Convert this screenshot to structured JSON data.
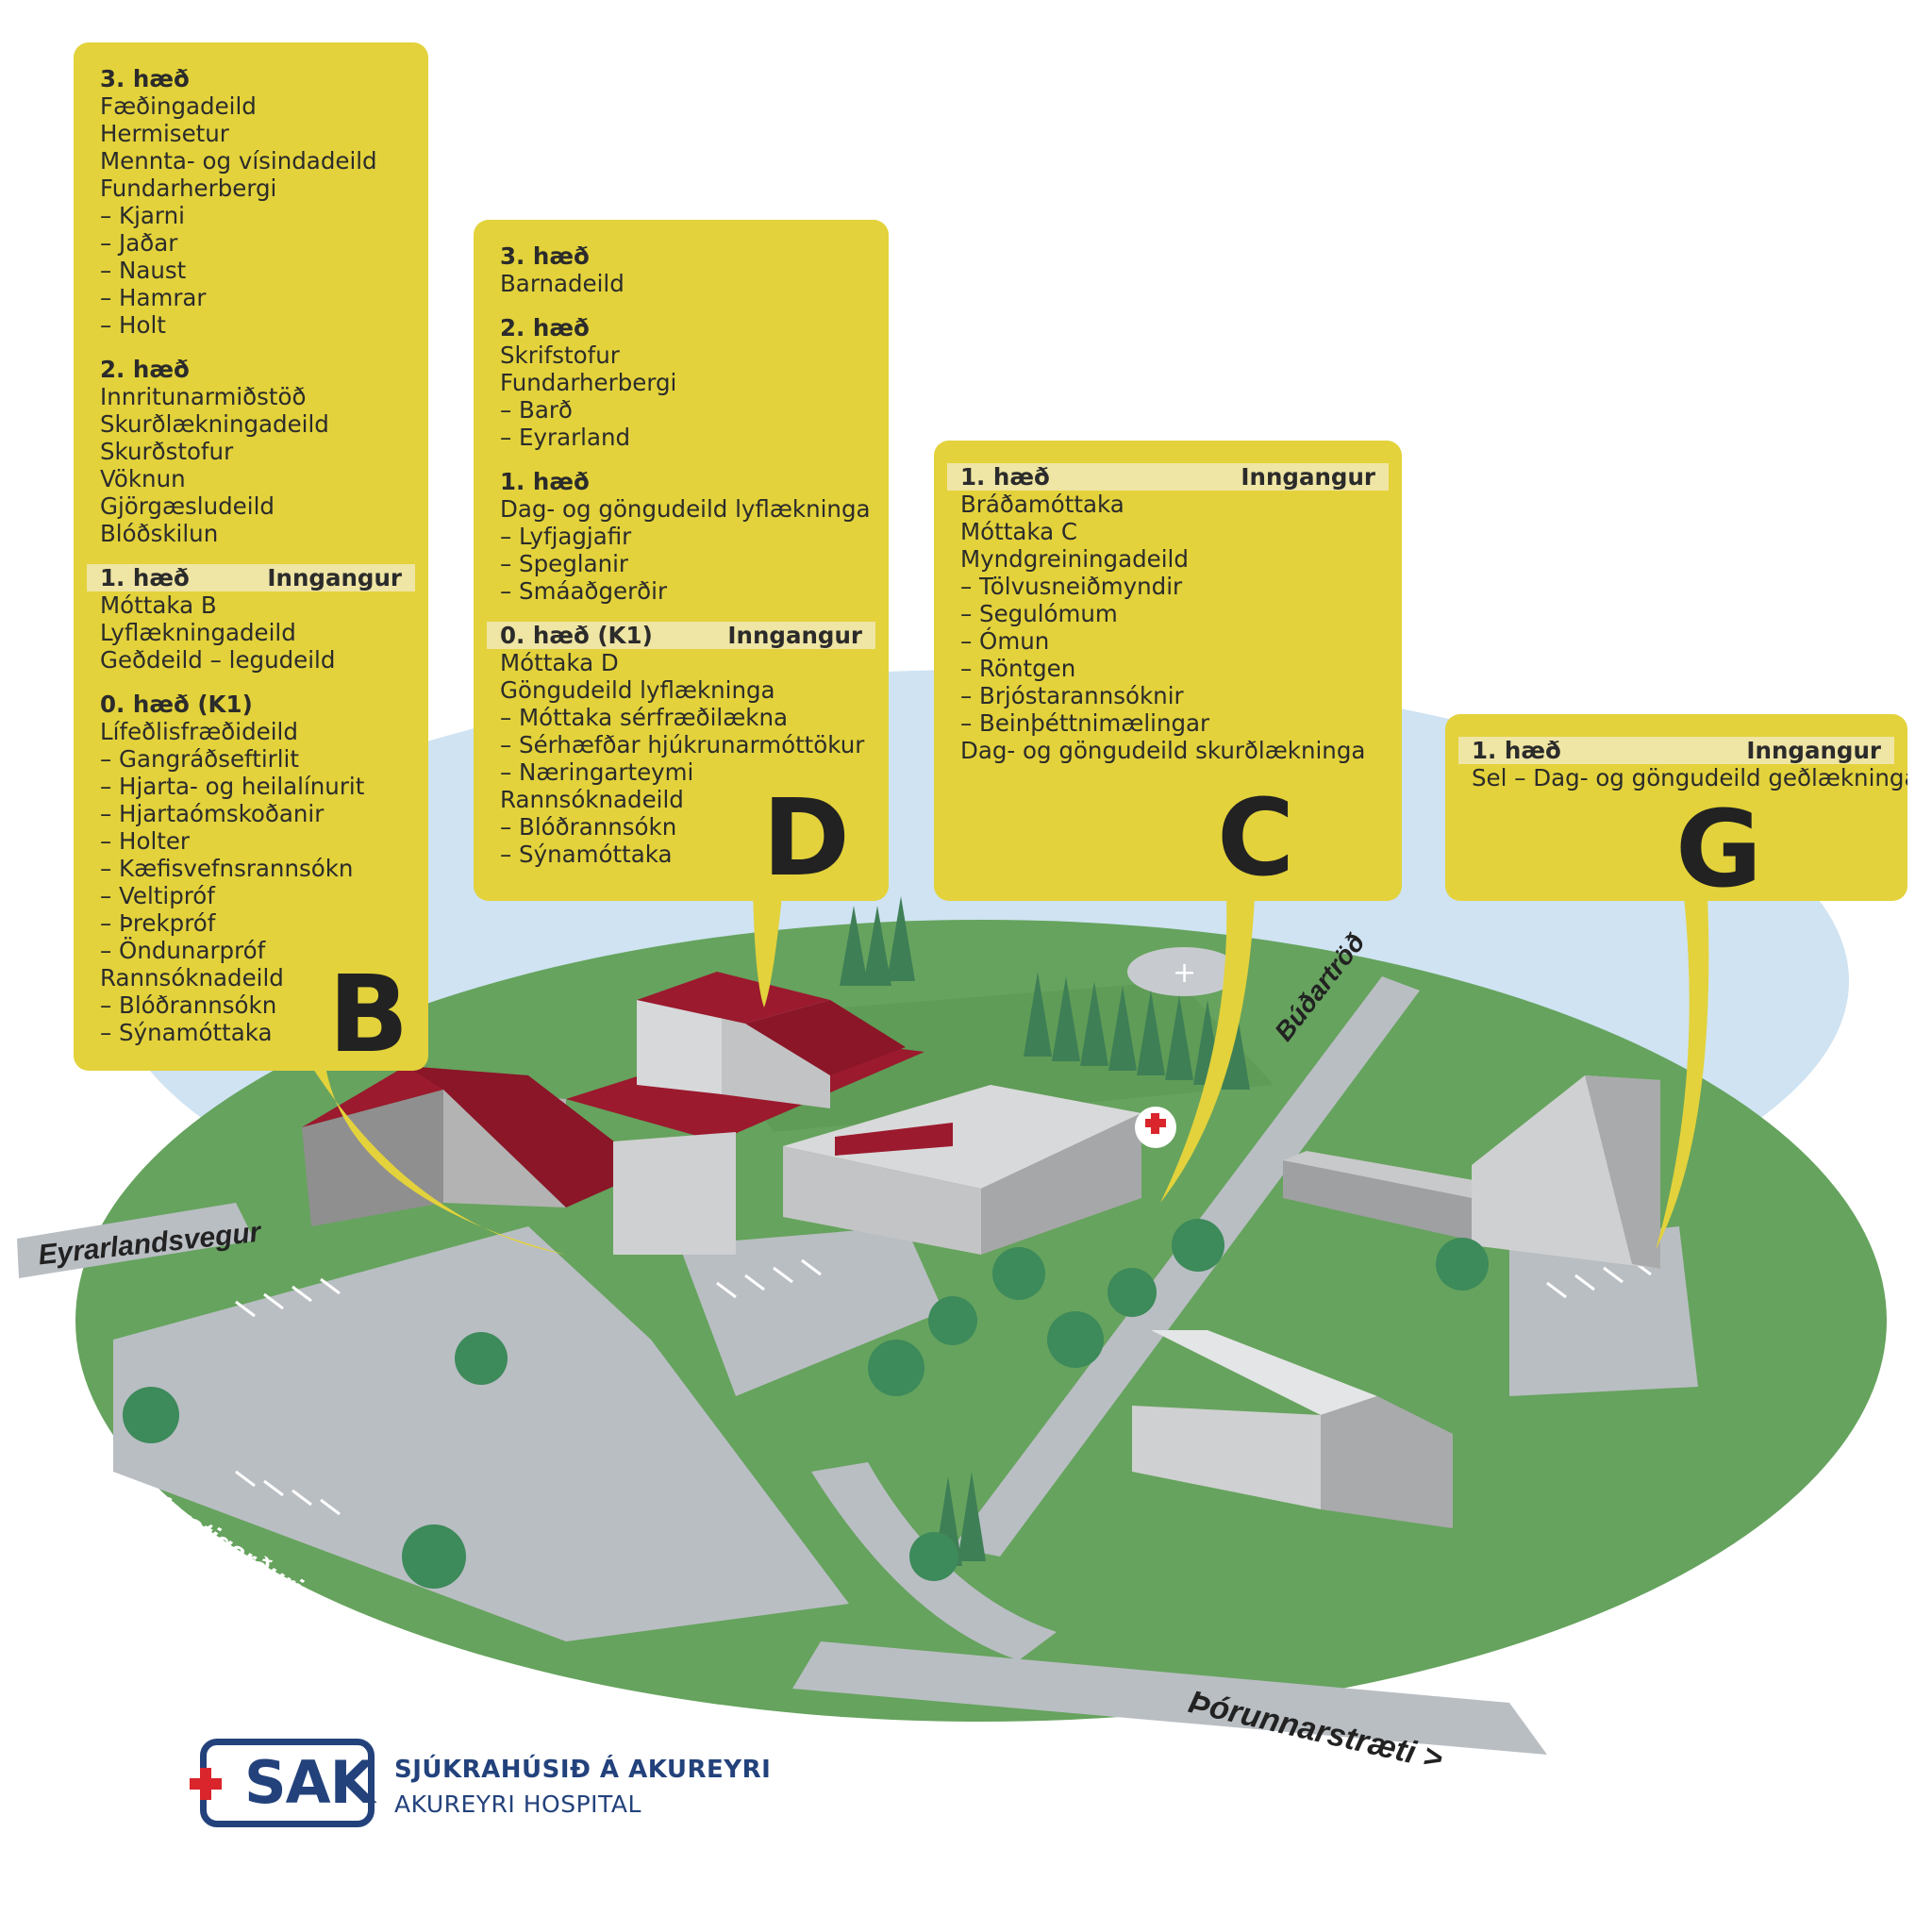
{
  "buildings": {
    "B": {
      "letter": "B",
      "floors": [
        {
          "name": "3. hæð",
          "entrance": "",
          "items": [
            "Fæðingadeild",
            "Hermisetur",
            "Mennta- og vísindadeild",
            "Fundarherbergi",
            "– Kjarni",
            "– Jaðar",
            "– Naust",
            "– Hamrar",
            "– Holt"
          ]
        },
        {
          "name": "2. hæð",
          "entrance": "",
          "items": [
            "Innritunarmiðstöð",
            "Skurðlækningadeild",
            "Skurðstofur",
            "Vöknun",
            "Gjörgæsludeild",
            "Blóðskilun"
          ]
        },
        {
          "name": "1. hæð",
          "entrance": "Inngangur",
          "items": [
            "Móttaka B",
            "Lyflækningadeild",
            "Geðdeild – legudeild"
          ]
        },
        {
          "name": "0. hæð (K1)",
          "entrance": "",
          "items": [
            "Lífeðlisfræðideild",
            "– Gangráðseftirlit",
            "– Hjarta- og heilalínurit",
            "– Hjartaómskoðanir",
            "– Holter",
            "– Kæfisvefnsrannsókn",
            "– Veltipróf",
            "– Þrekpróf",
            "– Öndunarpróf",
            "Rannsóknadeild",
            "– Blóðrannsókn",
            "– Sýnamóttaka"
          ]
        }
      ]
    },
    "D": {
      "letter": "D",
      "floors": [
        {
          "name": "3. hæð",
          "entrance": "",
          "items": [
            "Barnadeild"
          ]
        },
        {
          "name": "2. hæð",
          "entrance": "",
          "items": [
            "Skrifstofur",
            "Fundarherbergi",
            "– Barð",
            "– Eyrarland"
          ]
        },
        {
          "name": "1. hæð",
          "entrance": "",
          "items": [
            "Dag- og göngudeild lyflækninga",
            "– Lyfjagjafir",
            "– Speglanir",
            "– Smáaðgerðir"
          ]
        },
        {
          "name": "0. hæð (K1)",
          "entrance": "Inngangur",
          "items": [
            "Móttaka D",
            "Göngudeild lyflækninga",
            "– Móttaka sérfræðilækna",
            "– Sérhæfðar hjúkrunarmóttökur",
            "– Næringarteymi",
            "Rannsóknadeild",
            "– Blóðrannsókn",
            "– Sýnamóttaka"
          ]
        }
      ]
    },
    "C": {
      "letter": "C",
      "floors": [
        {
          "name": "1. hæð",
          "entrance": "Inngangur",
          "items": [
            "Bráðamóttaka",
            "Móttaka C",
            "Myndgreiningadeild",
            "– Tölvusneiðmyndir",
            "– Segulómum",
            "– Ómun",
            "– Röntgen",
            "– Brjóstarannsóknir",
            "– Beinþéttnimælingar",
            "Dag- og göngudeild skurðlækninga"
          ]
        }
      ]
    },
    "G": {
      "letter": "G",
      "floors": [
        {
          "name": "1. hæð",
          "entrance": "Inngangur",
          "items": [
            "Sel – Dag- og göngudeild geðlækninga"
          ]
        }
      ]
    }
  },
  "roads": {
    "eyrarlandsvegur": "Eyrarlandsvegur",
    "lystigardurinn": "Lystigarðurinn",
    "budartrod": "Búðartröð",
    "thorunnarstraeti": "Þórunnarstræti >"
  },
  "logo": {
    "mark": "SAK",
    "name_is": "SJÚKRAHÚSIÐ Á AKUREYRI",
    "name_en": "AKUREYRI HOSPITAL"
  },
  "colors": {
    "callout": "#e3d23b",
    "callout_highlight": "#efe5a4",
    "grass": "#66a35e",
    "sky": "#cfe3f2",
    "road": "#b9bec3",
    "roof": "#9b1a2e",
    "brand": "#23427c",
    "cross": "#d9252b"
  }
}
